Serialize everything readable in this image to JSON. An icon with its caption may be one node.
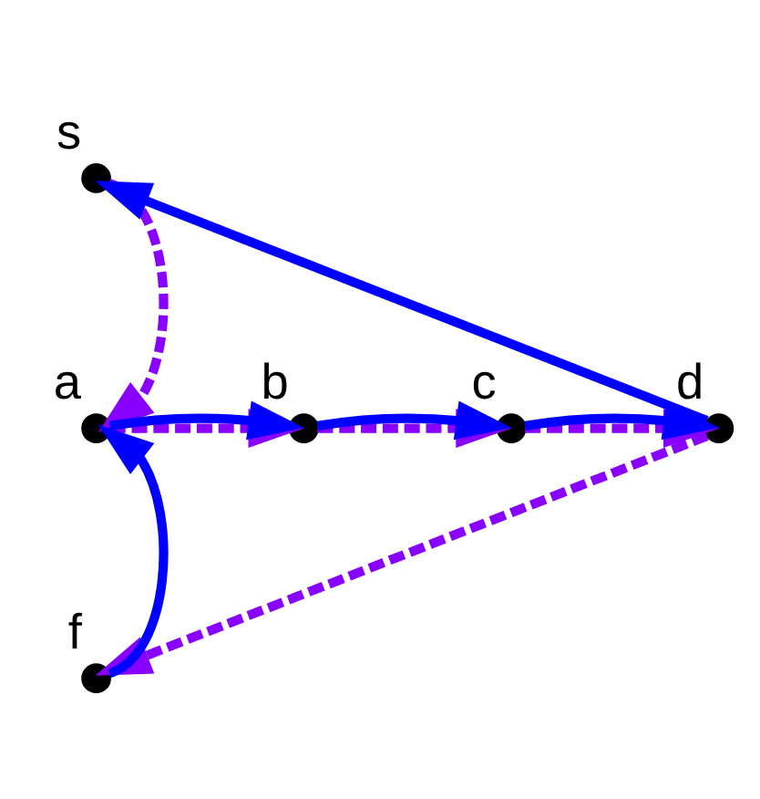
{
  "diagram": {
    "nodes": [
      {
        "text": [],
        "shape": "circle",
        "beside": [
          "s"
        ]
      },
      {
        "text": [],
        "shape": "circle",
        "beside": [
          "a"
        ]
      },
      {
        "text": [],
        "shape": "circle",
        "beside": [
          "b"
        ]
      },
      {
        "text": [],
        "shape": "circle",
        "beside": [
          "c"
        ]
      },
      {
        "text": [],
        "shape": "circle",
        "beside": [
          "d"
        ]
      },
      {
        "text": [],
        "shape": "circle",
        "beside": [
          "f"
        ]
      }
    ],
    "edges": [
      {
        "from": 0,
        "to": 1,
        "arrow": "to",
        "style": "dashed",
        "color": "#8800ff"
      },
      {
        "from": 4,
        "to": 0,
        "arrow": "to",
        "color": "#0000ff"
      },
      {
        "from": 1,
        "to": 2,
        "arrow": "to",
        "style": "dashed",
        "color": "#8800ff"
      },
      {
        "from": 1,
        "to": 2,
        "arrow": "to",
        "color": "#0000ff"
      },
      {
        "from": 2,
        "to": 3,
        "arrow": "to",
        "style": "dashed",
        "color": "#8800ff"
      },
      {
        "from": 2,
        "to": 3,
        "arrow": "to",
        "color": "#0000ff"
      },
      {
        "from": 3,
        "to": 4,
        "arrow": "to",
        "style": "dashed",
        "color": "#8800ff"
      },
      {
        "from": 3,
        "to": 4,
        "arrow": "to",
        "color": "#0000ff"
      },
      {
        "from": 4,
        "to": 5,
        "arrow": "to",
        "style": "dashed",
        "color": "#8800ff"
      },
      {
        "from": 5,
        "to": 1,
        "arrow": "to",
        "color": "#0000ff"
      }
    ]
  }
}
